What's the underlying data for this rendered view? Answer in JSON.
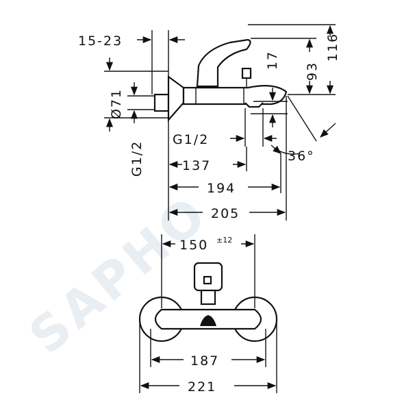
{
  "watermark": "SAPHO",
  "side_view": {
    "dims": {
      "pipe_spacing": "15-23",
      "flange_dia": "Ø71",
      "inlet_thread": "G1/2",
      "height_body": "93",
      "height_total": "116",
      "offset_17": "17",
      "spout_thread": "G1/2",
      "angle": "36°",
      "len_137": "137",
      "len_194": "194",
      "len_205": "205"
    }
  },
  "front_view": {
    "dims": {
      "spacing": "150",
      "spacing_tol": "±12",
      "width_187": "187",
      "width_221": "221"
    }
  }
}
